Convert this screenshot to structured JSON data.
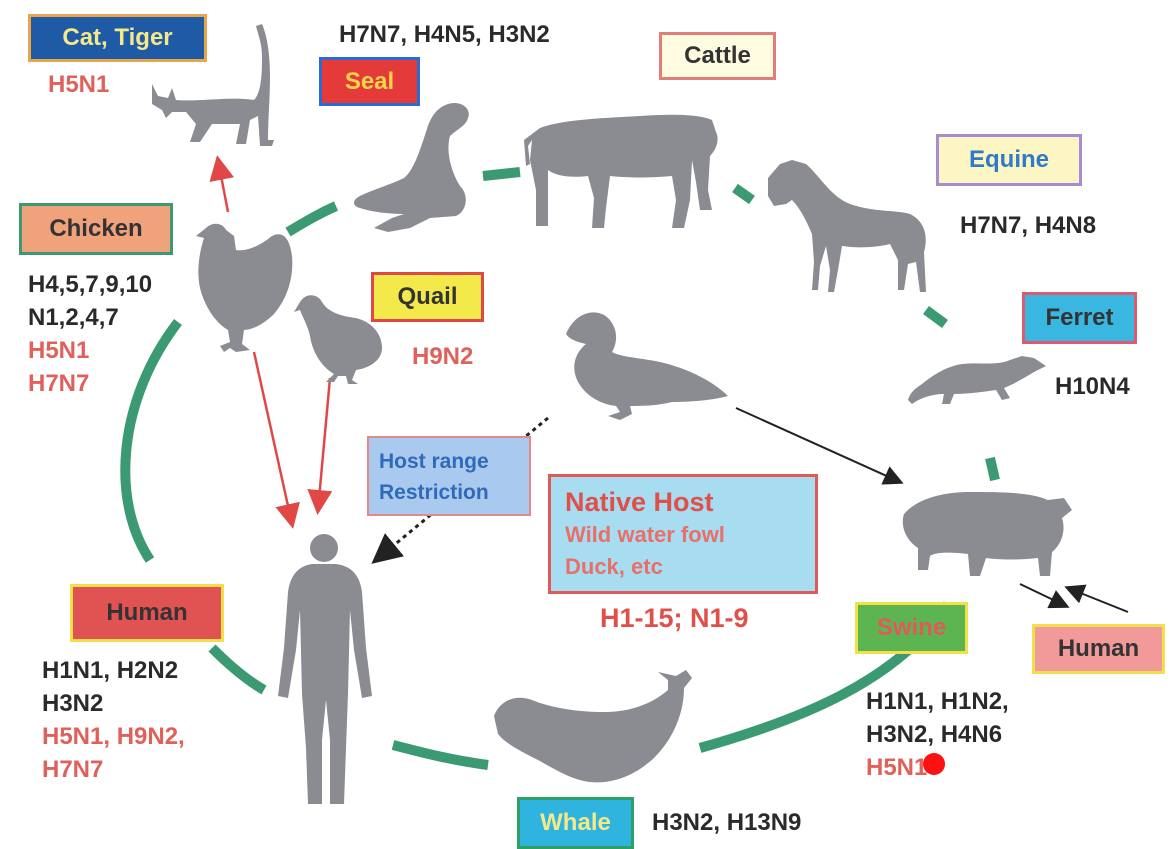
{
  "colors": {
    "cycle_green": "#3c9a72",
    "arrow_red": "#e04848",
    "animal_gray": "#8a8c91",
    "accent_red_text": "#e0605a"
  },
  "labels": {
    "cat_tiger": "Cat, Tiger",
    "seal": "Seal",
    "cattle": "Cattle",
    "equine": "Equine",
    "chicken": "Chicken",
    "quail": "Quail",
    "ferret": "Ferret",
    "human_left": "Human",
    "swine": "Swine",
    "human_right": "Human",
    "whale": "Whale"
  },
  "strains": {
    "cat_tiger": "H5N1",
    "seal": "H7N7, H4N5, H3N2",
    "equine": "H7N7, H4N8",
    "chicken": [
      "H4,5,7,9,10",
      "N1,2,4,7",
      "H5N1",
      "H7N7"
    ],
    "quail": "H9N2",
    "ferret": "H10N4",
    "human": [
      "H1N1, H2N2",
      "H3N2",
      "H5N1, H9N2,",
      "H7N7"
    ],
    "swine": [
      "H1N1, H1N2,",
      "H3N2, H4N6",
      "H5N1"
    ],
    "whale": "H3N2, H13N9"
  },
  "host_range": [
    "Host range",
    "Restriction"
  ],
  "native_host": {
    "title": "Native Host",
    "lines": [
      "Wild water fowl",
      "Duck, etc"
    ],
    "subtypes": "H1-15; N1-9"
  },
  "icons": [
    "cat-icon",
    "seal-icon",
    "cattle-icon",
    "horse-icon",
    "chicken-icon",
    "quail-icon",
    "duck-icon",
    "ferret-icon",
    "pig-icon",
    "whale-icon",
    "human-icon"
  ]
}
